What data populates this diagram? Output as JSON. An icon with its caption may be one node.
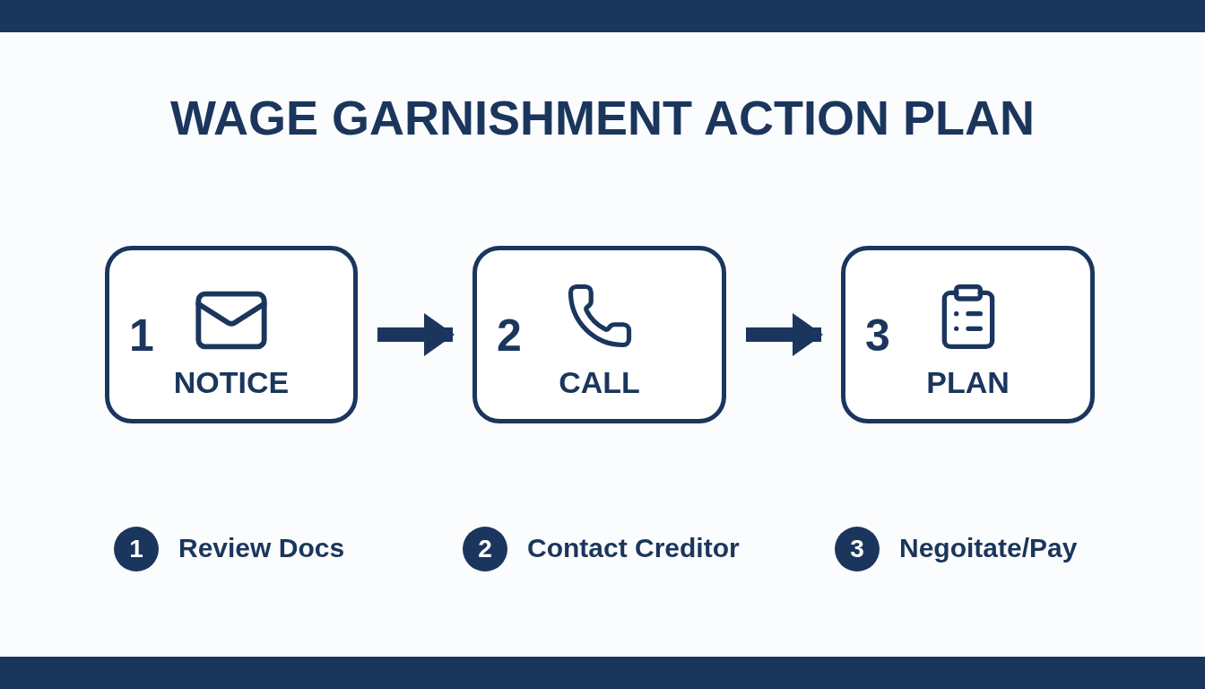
{
  "diagram": {
    "title": "WAGE GARNISHMENT ACTION PLAN",
    "nodes": [
      {
        "text": [
          "1",
          "NOTICE"
        ]
      },
      {
        "text": [
          "2",
          "CALL"
        ]
      },
      {
        "text": [
          "3",
          "PLAN"
        ]
      },
      {
        "text": [
          "1"
        ],
        "beside": [
          "Review Docs"
        ]
      },
      {
        "text": [
          "2"
        ],
        "beside": [
          "Contact Creditor"
        ]
      },
      {
        "text": [
          "3"
        ],
        "beside": [
          "Negoitate/Pay"
        ]
      }
    ],
    "edges": [
      {
        "from": 0,
        "to": 1,
        "arrow": "to"
      },
      {
        "from": 1,
        "to": 2,
        "arrow": "to"
      }
    ]
  }
}
